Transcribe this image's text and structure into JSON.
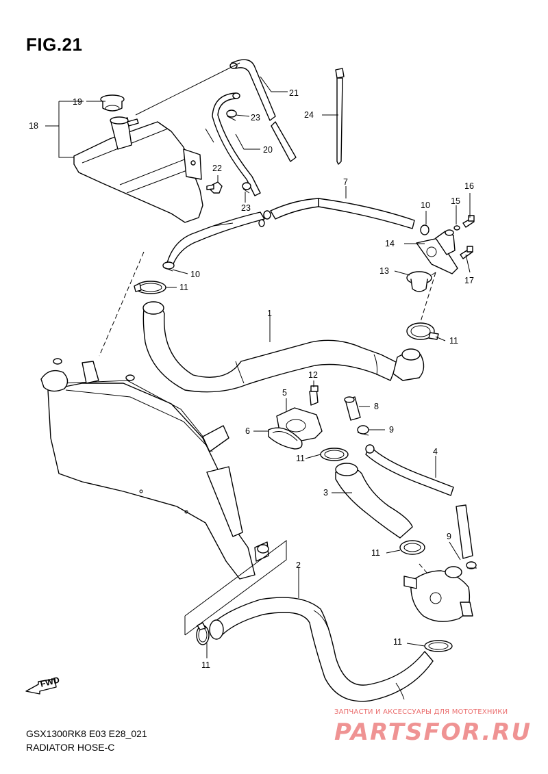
{
  "figure": {
    "title": "FIG.21",
    "model_line": "GSX1300RK8 E03 E28_021",
    "section_line": "RADIATOR HOSE-C",
    "fwd_label": "FWD"
  },
  "callouts": {
    "c1": "1",
    "c2": "2",
    "c3": "3",
    "c4": "4",
    "c5": "5",
    "c6": "6",
    "c7": "7",
    "c8": "8",
    "c9a": "9",
    "c9b": "9",
    "c10a": "10",
    "c10b": "10",
    "c11a": "11",
    "c11b": "11",
    "c11c": "11",
    "c11d": "11",
    "c11e": "11",
    "c11f": "11",
    "c12": "12",
    "c13": "13",
    "c14": "14",
    "c15": "15",
    "c16": "16",
    "c17": "17",
    "c18": "18",
    "c19": "19",
    "c20": "20",
    "c21": "21",
    "c22": "22",
    "c23a": "23",
    "c23b": "23",
    "c24": "24"
  },
  "watermark": {
    "tagline": "ЗАПЧАСТИ И АКСЕССУАРЫ ДЛЯ МОТОТЕХНИКИ",
    "brand": "PARTSFOR.RU"
  }
}
